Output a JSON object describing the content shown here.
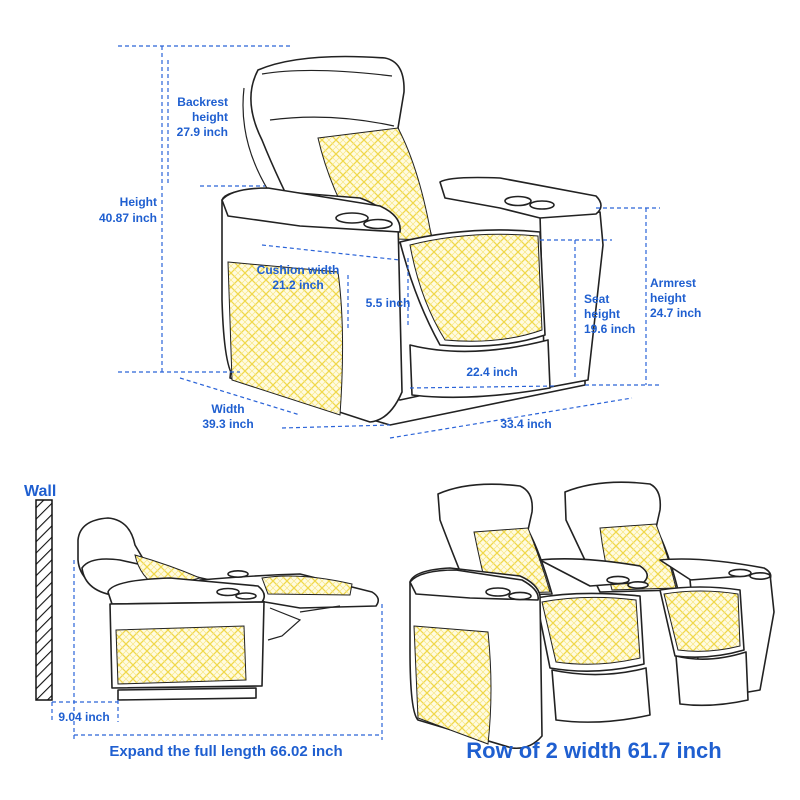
{
  "colors": {
    "accent": "#1f5fd0",
    "quilt": "#f5e55a",
    "outline": "#222222"
  },
  "dimensions": {
    "backrest_height": [
      "Backrest",
      "height",
      "27.9 inch"
    ],
    "height": [
      "Height",
      "40.87 inch"
    ],
    "cushion_width": [
      "Cushion width",
      "21.2 inch"
    ],
    "cushion_thickness": "5.5 inch",
    "seat_height": [
      "Seat",
      "height",
      "19.6 inch"
    ],
    "armrest_height": [
      "Armrest",
      "height",
      "24.7 inch"
    ],
    "seat_depth": "22.4 inch",
    "width": [
      "Width",
      "39.3 inch"
    ],
    "depth": "33.4 inch"
  },
  "reclined": {
    "wall_label": "Wall",
    "wall_gap": "9.04 inch",
    "full_length": "Expand the full length 66.02 inch"
  },
  "row": {
    "width_label": "Row of 2 width 61.7 inch"
  }
}
